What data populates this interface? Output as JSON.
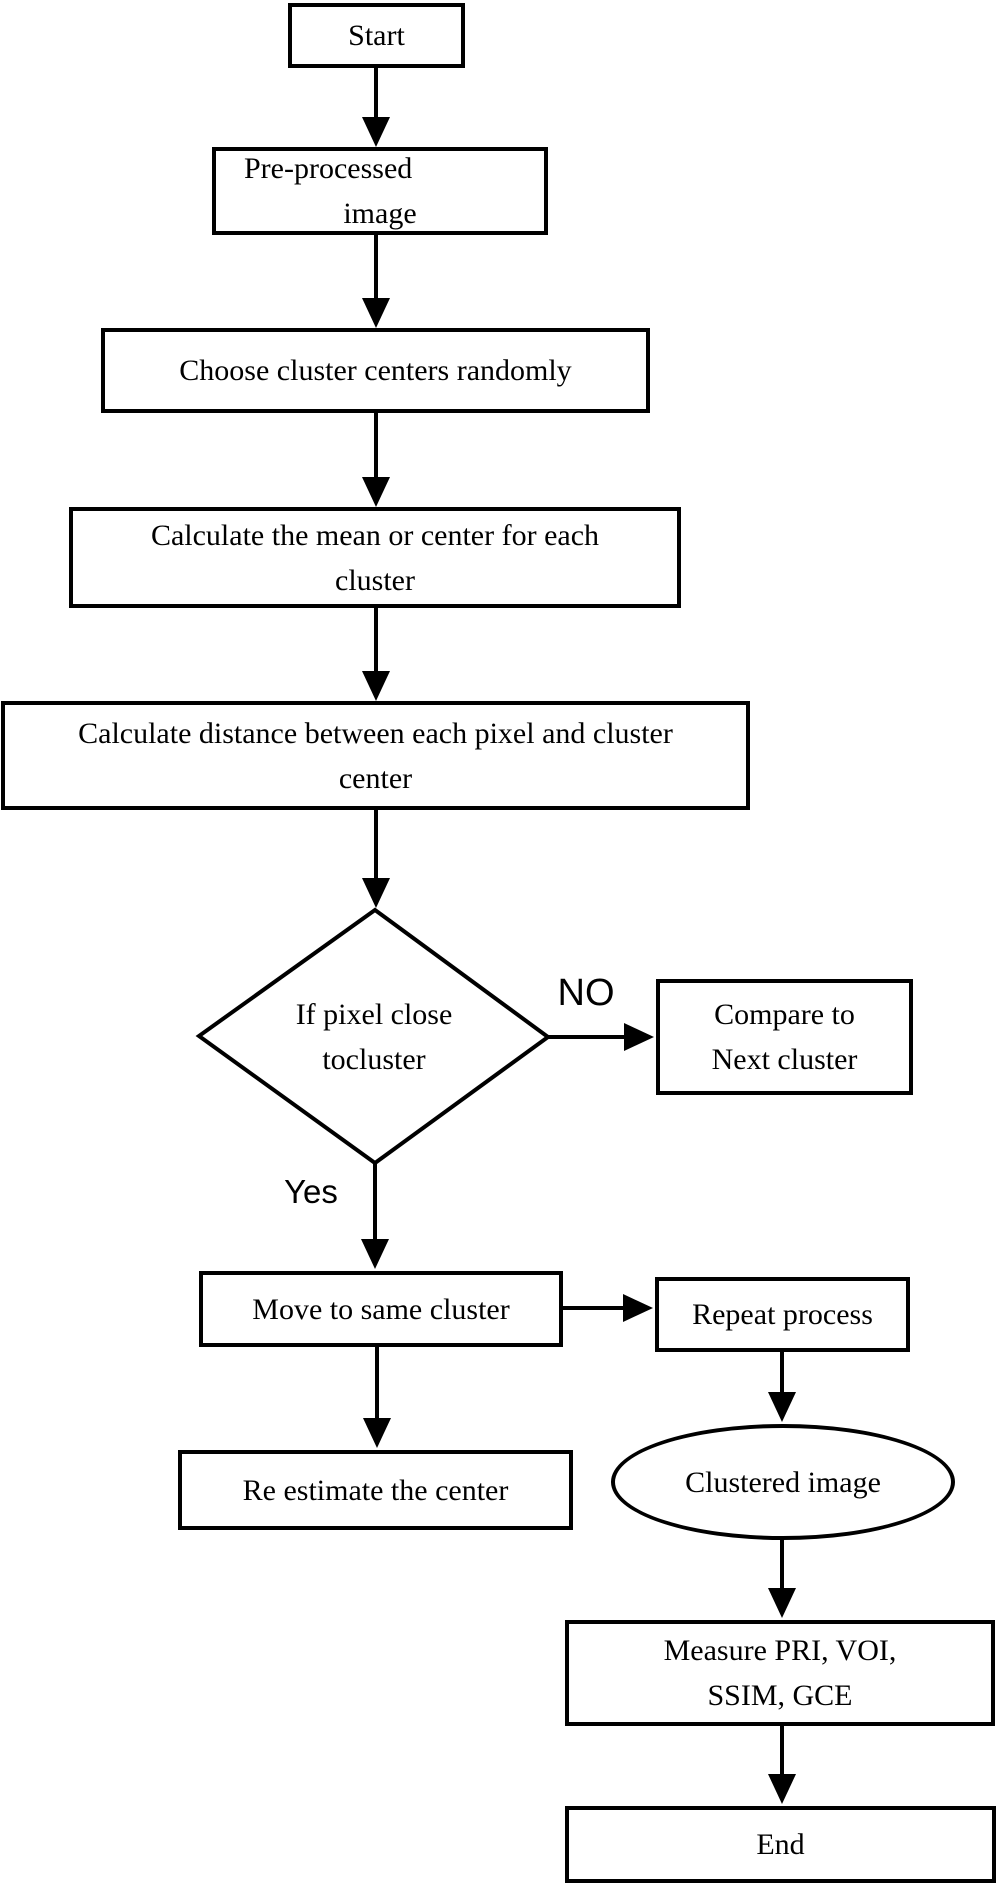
{
  "diagram_type": "flowchart",
  "colors": {
    "stroke": "#000000",
    "fill": "#ffffff",
    "text": "#000000"
  },
  "nodes": {
    "start": {
      "shape": "rectangle",
      "lines": [
        "Start"
      ]
    },
    "preprocessed_image": {
      "shape": "rectangle",
      "lines": [
        "Pre-processed",
        "image"
      ]
    },
    "choose_centers": {
      "shape": "rectangle",
      "lines": [
        "Choose cluster centers randomly"
      ]
    },
    "calculate_mean": {
      "shape": "rectangle",
      "lines": [
        "Calculate the mean or center for each",
        "cluster"
      ]
    },
    "calculate_distance": {
      "shape": "rectangle",
      "lines": [
        "Calculate distance between each pixel and cluster",
        "center"
      ]
    },
    "pixel_close_decision": {
      "shape": "diamond",
      "lines": [
        "If pixel close",
        "tocluster"
      ]
    },
    "compare_next_cluster": {
      "shape": "rectangle",
      "lines": [
        "Compare to",
        "Next cluster"
      ]
    },
    "move_same_cluster": {
      "shape": "rectangle",
      "lines": [
        "Move to same cluster"
      ]
    },
    "repeat_process": {
      "shape": "rectangle",
      "lines": [
        "Repeat process"
      ]
    },
    "reestimate_center": {
      "shape": "rectangle",
      "lines": [
        "Re estimate the center"
      ]
    },
    "clustered_image": {
      "shape": "ellipse",
      "lines": [
        "Clustered image"
      ]
    },
    "measure_metrics": {
      "shape": "rectangle",
      "lines": [
        "Measure PRI, VOI,",
        "SSIM, GCE"
      ]
    },
    "end": {
      "shape": "rectangle",
      "lines": [
        "End"
      ]
    }
  },
  "edge_labels": {
    "no": "NO",
    "yes": "Yes"
  },
  "edges": [
    "start -> preprocessed_image",
    "preprocessed_image -> choose_centers",
    "choose_centers -> calculate_mean",
    "calculate_mean -> calculate_distance",
    "calculate_distance -> pixel_close_decision",
    "pixel_close_decision -(NO)-> compare_next_cluster",
    "pixel_close_decision -(Yes)-> move_same_cluster",
    "move_same_cluster -> reestimate_center",
    "move_same_cluster -> repeat_process",
    "repeat_process -> clustered_image",
    "clustered_image -> measure_metrics",
    "measure_metrics -> end"
  ]
}
